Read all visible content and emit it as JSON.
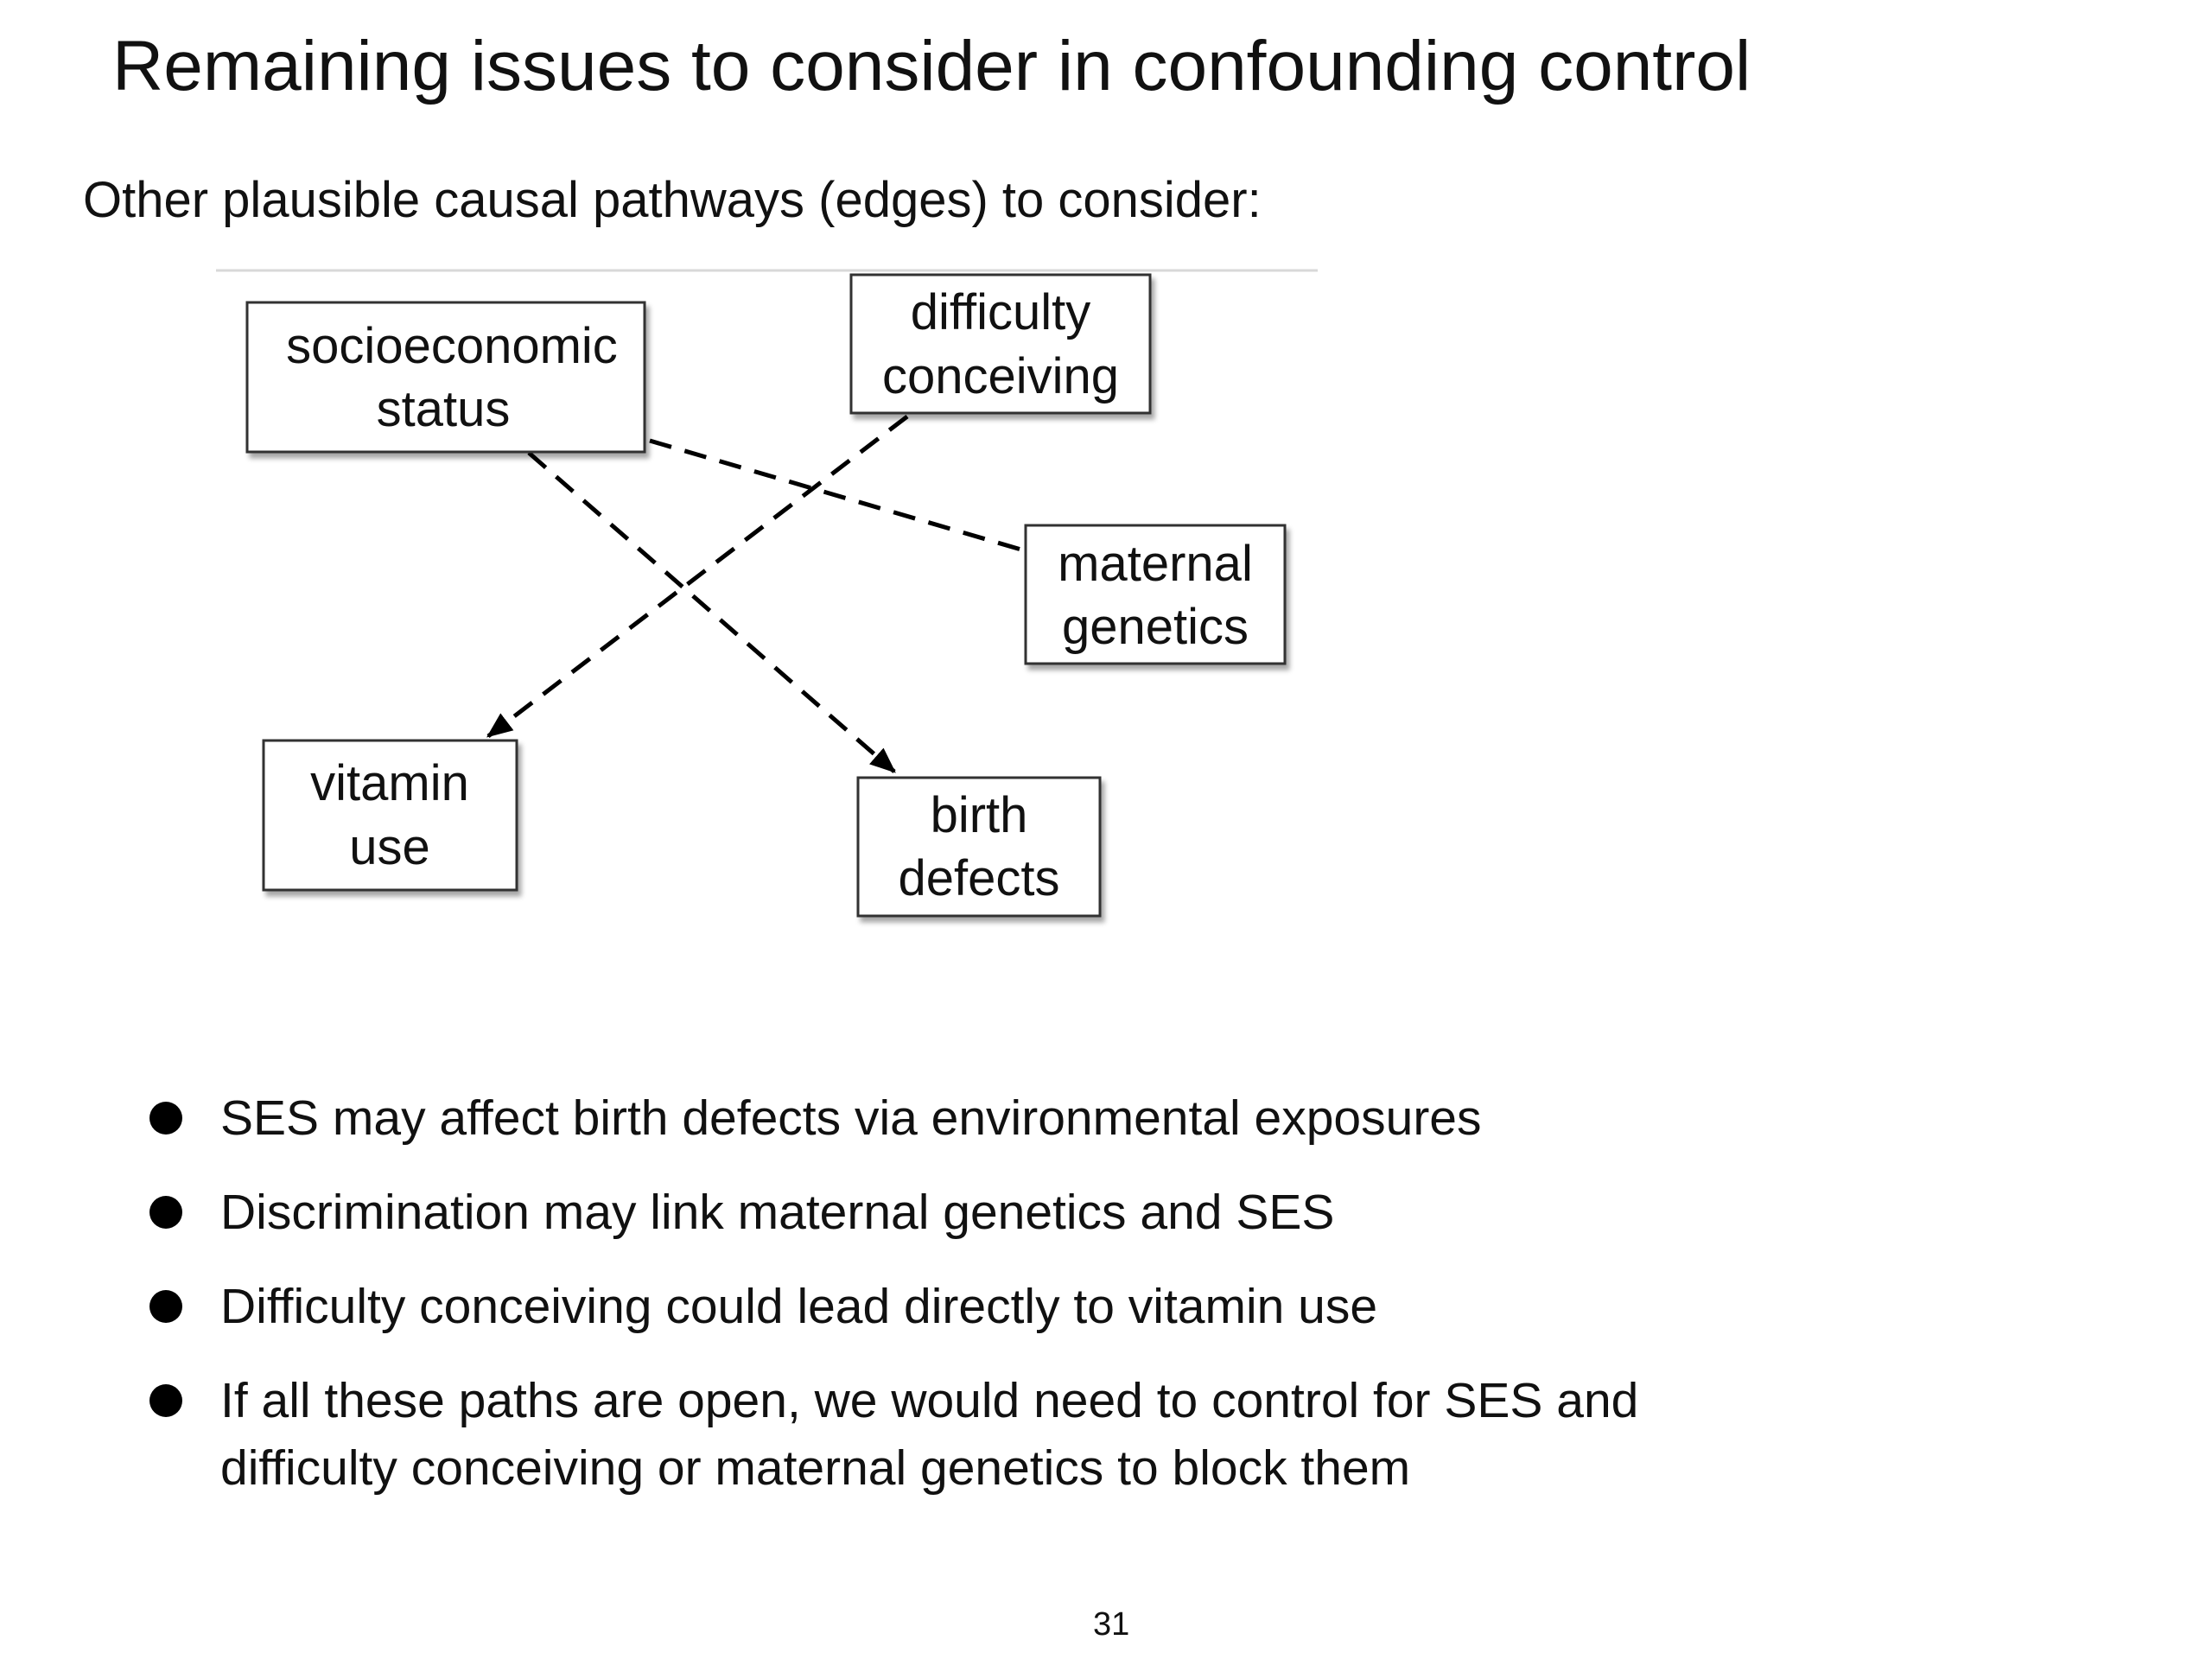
{
  "slide": {
    "title": "Remaining issues to consider in confounding control",
    "subtitle": "Other plausible causal pathways (edges) to consider:",
    "page_number": "31"
  },
  "diagram": {
    "nodes": {
      "ses": {
        "lines": [
          "socioeconomic",
          "status"
        ]
      },
      "difficulty": {
        "lines": [
          "difficulty",
          "conceiving"
        ]
      },
      "maternal": {
        "lines": [
          "maternal",
          "genetics"
        ]
      },
      "vitamin": {
        "lines": [
          "vitamin",
          "use"
        ]
      },
      "birth": {
        "lines": [
          "birth",
          "defects"
        ]
      }
    },
    "edges": [
      {
        "from": "socioeconomic status",
        "to": "birth defects",
        "style": "dashed",
        "directed": true
      },
      {
        "from": "difficulty conceiving",
        "to": "vitamin use",
        "style": "dashed",
        "directed": true
      },
      {
        "from": "socioeconomic status",
        "to": "maternal genetics",
        "style": "dashed",
        "directed": false
      }
    ]
  },
  "bullets": [
    {
      "lines": [
        "SES may affect birth defects via environmental exposures"
      ]
    },
    {
      "lines": [
        "Discrimination may link maternal genetics and SES"
      ]
    },
    {
      "lines": [
        "Difficulty conceiving could lead directly to vitamin use"
      ]
    },
    {
      "lines": [
        "If all these paths are open, we would need to control for SES and",
        "difficulty conceiving or maternal genetics to block them"
      ]
    }
  ]
}
